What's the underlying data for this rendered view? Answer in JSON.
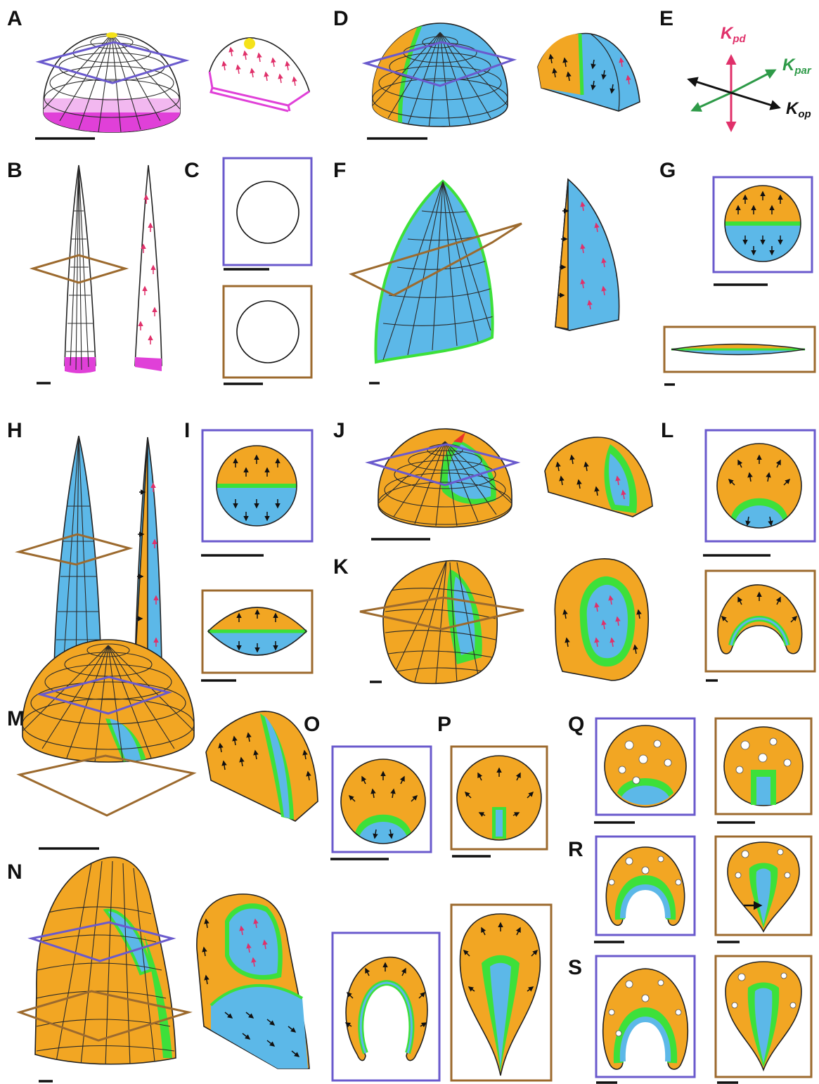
{
  "panel_labels": [
    "A",
    "B",
    "C",
    "D",
    "E",
    "F",
    "G",
    "H",
    "I",
    "J",
    "K",
    "L",
    "M",
    "N",
    "O",
    "P",
    "Q",
    "R",
    "S"
  ],
  "axes": {
    "pd": {
      "main": "K",
      "sub": "pd",
      "color": "#e0306a"
    },
    "par": {
      "main": "K",
      "sub": "par",
      "color": "#2e9a48"
    },
    "op": {
      "main": "K",
      "sub": "op",
      "color": "#111111"
    }
  },
  "colors": {
    "abaxial": "#f2a623",
    "adaxial": "#5cb8e8",
    "boundary": "#3de03a",
    "proximal": "#e040d8",
    "section_plane_upper": "#6a5acd",
    "section_plane_lower": "#9c6a2e",
    "polarity_arrow": "#e0306a",
    "tip_marker": "#f5e21a",
    "red_marker": "#e8342a"
  }
}
